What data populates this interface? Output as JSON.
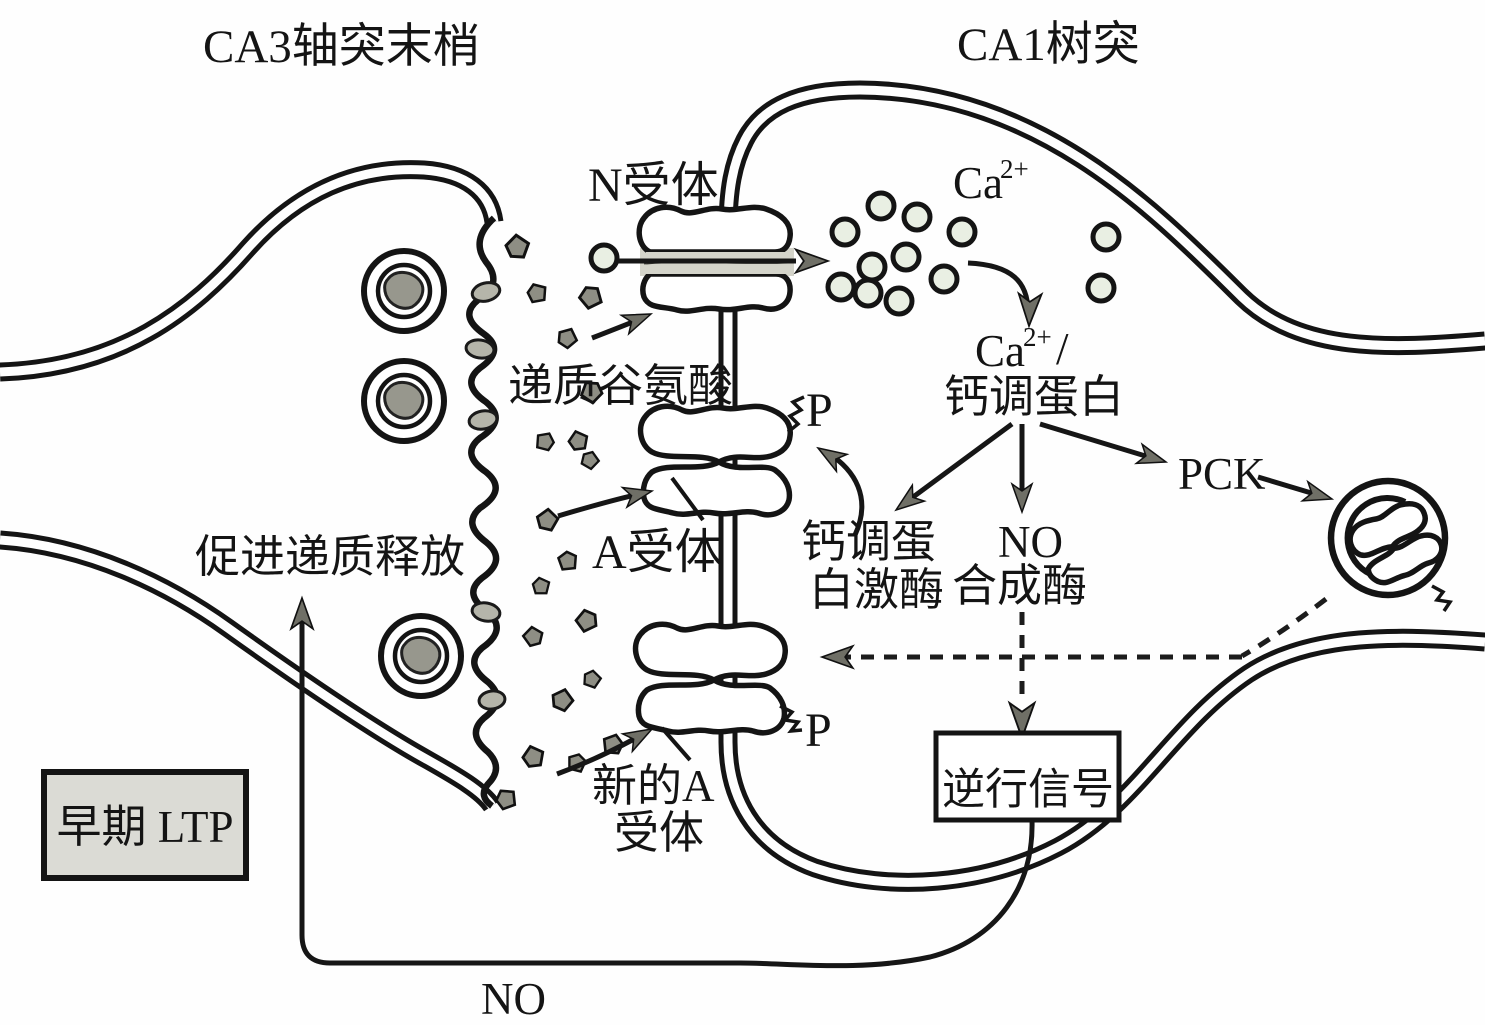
{
  "title_left": "CA3轴突末梢",
  "title_right": "CA1树突",
  "labels": {
    "n_receptor": "N受体",
    "a_receptor": "A受体",
    "new_a_receptor_l1": "新的A",
    "new_a_receptor_l2": "受体",
    "transmitter": "递质谷氨酸",
    "promote_release": "促进递质释放",
    "ca_base": "Ca",
    "ca_sup": "2+",
    "ca_cam_base": "Ca",
    "ca_cam_sup": "2+",
    "ca_cam_slash": "/",
    "calmodulin": "钙调蛋白",
    "camk_l1": "钙调蛋",
    "camk_l2": "白激酶",
    "nos_l1": "NO",
    "nos_l2": "合成酶",
    "pck": "PCK",
    "retrograde_signal": "逆行信号",
    "early_ltp": "早期 LTP",
    "no_bottom": "NO",
    "p_top": "P",
    "p_bottom": "P"
  },
  "colors": {
    "ink": "#141414",
    "particle_gray": "#8e8e84",
    "ion_fill": "#e9efe3",
    "arrow_gray": "#6f6f66",
    "channel_band": "#d4d4ca",
    "ltp_box_fill": "#dbdbd5"
  }
}
